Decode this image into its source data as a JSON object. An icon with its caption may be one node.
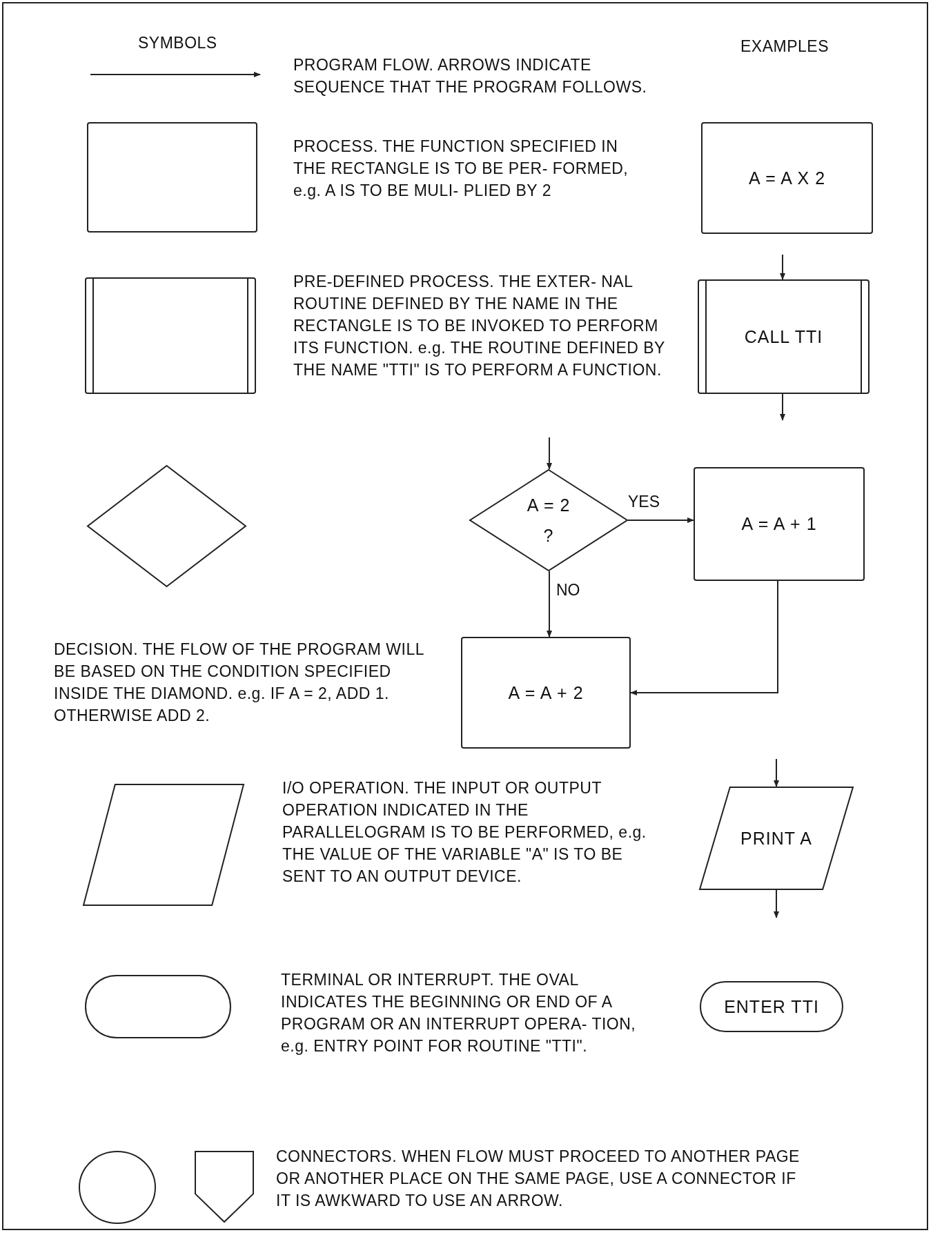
{
  "diagram": {
    "nodes": [
      {
        "text": [],
        "shape": "box",
        "beside": [
          "PROCESS.  THE FUNCTION SPECIFIED IN THE RECTANGLE IS TO BE PER- FORMED, e.g. A IS TO BE MULI- PLIED BY 2"
        ]
      },
      {
        "text": [
          "A = A X 2"
        ]
      },
      {
        "text": [],
        "shape": "box",
        "beside": [
          "PRE-DEFINED PROCESS.  THE EXTER- NAL ROUTINE DEFINED BY THE NAME IN THE RECTANGLE IS TO BE INVOKED TO PERFORM ITS FUNCTION.  e.g. THE ROUTINE DEFINED BY THE NAME \"TTI\" IS TO PERFORM A FUNCTION."
        ]
      },
      {
        "text": [
          "CALL TTI"
        ]
      },
      {
        "text": [],
        "shape": "diamond",
        "beside": [
          "DECISION.  THE FLOW OF THE PROGRAM WILL BE BASED ON THE CONDITION SPECIFIED INSIDE THE DIAMOND. e.g. IF A = 2, ADD 1.  OTHERWISE ADD 2."
        ]
      },
      {
        "text": [
          "A = 2 ?"
        ]
      },
      {
        "text": [
          "A = A + 1"
        ]
      },
      {
        "text": [
          "A = A + 2"
        ]
      },
      {
        "text": [],
        "shape": "parallelogram",
        "beside": [
          "I/O OPERATION.  THE INPUT OR OUTPUT OPERATION INDICATED IN THE PARALLELOGRAM IS TO BE PERFORMED, e.g. THE VALUE OF THE VARIABLE \"A\" IS TO BE SENT TO AN OUTPUT DEVICE."
        ]
      },
      {
        "text": [
          "PRINT A"
        ]
      },
      {
        "text": [],
        "shape": "oval",
        "beside": [
          "TERMINAL OR INTERRUPT.  THE OVAL INDICATES THE BEGINNING OR END OF A PROGRAM OR AN INTERRUPT OPERA- TION, e.g. ENTRY POINT FOR ROUTINE \"TTI\"."
        ]
      },
      {
        "text": [
          "ENTER TTI"
        ]
      },
      {
        "text": [],
        "shape": "circle"
      },
      {
        "text": [],
        "shape": "pentagon"
      }
    ],
    "edges": [
      {
        "from": null,
        "to": 3,
        "arrow": "to"
      },
      {
        "from": 3,
        "to": null,
        "arrow": "to"
      },
      {
        "from": null,
        "to": 5,
        "arrow": "to"
      },
      {
        "from": 5,
        "to": 6,
        "arrow": "to",
        "label": "YES"
      },
      {
        "from": 5,
        "to": 7,
        "arrow": "to",
        "label": "NO"
      },
      {
        "from": 6,
        "to": 7,
        "arrow": "to"
      },
      {
        "from": null,
        "to": 9,
        "arrow": "to"
      },
      {
        "from": 9,
        "to": null,
        "arrow": "to"
      }
    ],
    "labels": [
      "SYMBOLS",
      "EXAMPLES",
      "PROGRAM FLOW.  ARROWS INDICATE SEQUENCE THAT THE PROGRAM FOLLOWS.",
      "CONNECTORS.  WHEN FLOW MUST PROCEED TO ANOTHER PAGE OR ANOTHER PLACE ON THE SAME PAGE, USE A CONNECTOR IF IT IS AWKWARD TO USE AN ARROW."
    ]
  }
}
